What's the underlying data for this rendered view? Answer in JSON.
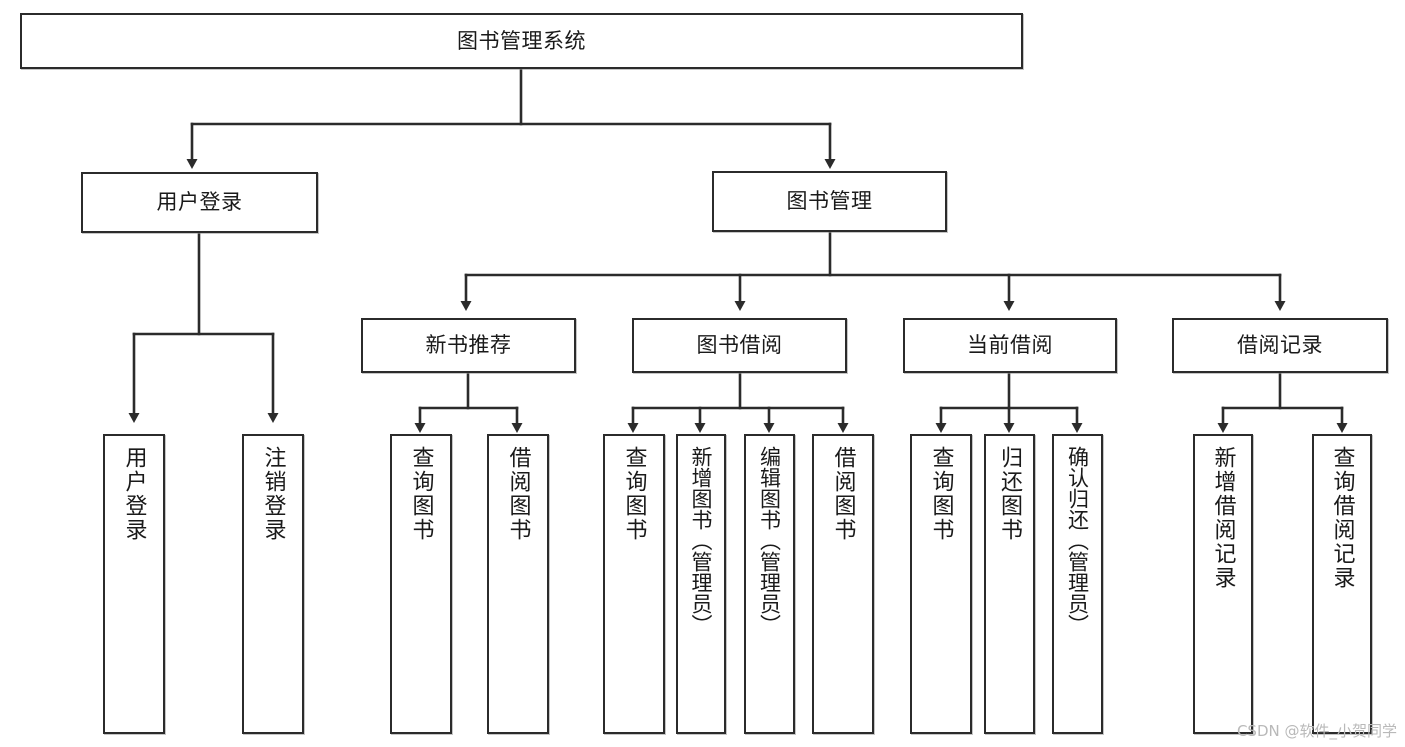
{
  "diagram": {
    "type": "tree-hierarchy-chart",
    "title": "图书管理系统",
    "orientation": "top-down",
    "colors": {
      "box_stroke": "#2b2b2b",
      "box_fill": "#ffffff",
      "edge": "#2b2b2b",
      "background": "#ffffff",
      "watermark": "#b9b9b9"
    },
    "root": {
      "label": "图书管理系统"
    },
    "level1": [
      {
        "label": "用户登录"
      },
      {
        "label": "图书管理"
      }
    ],
    "level2": [
      {
        "label": "新书推荐"
      },
      {
        "label": "图书借阅"
      },
      {
        "label": "当前借阅"
      },
      {
        "label": "借阅记录"
      }
    ],
    "leaves": {
      "user_login": [
        {
          "label": "用户登录"
        },
        {
          "label": "注销登录"
        }
      ],
      "new_book_recommend": [
        {
          "label": "查询图书"
        },
        {
          "label": "借阅图书"
        }
      ],
      "book_borrow": [
        {
          "label": "查询图书"
        },
        {
          "label": "新增图书（管理员）"
        },
        {
          "label": "编辑图书（管理员）"
        },
        {
          "label": "借阅图书"
        }
      ],
      "current_borrow": [
        {
          "label": "查询图书"
        },
        {
          "label": "归还图书"
        },
        {
          "label": "确认归还（管理员）"
        }
      ],
      "borrow_record": [
        {
          "label": "新增借阅记录"
        },
        {
          "label": "查询借阅记录"
        }
      ]
    }
  },
  "watermark": {
    "text": "CSDN @软件_小贺同学"
  }
}
